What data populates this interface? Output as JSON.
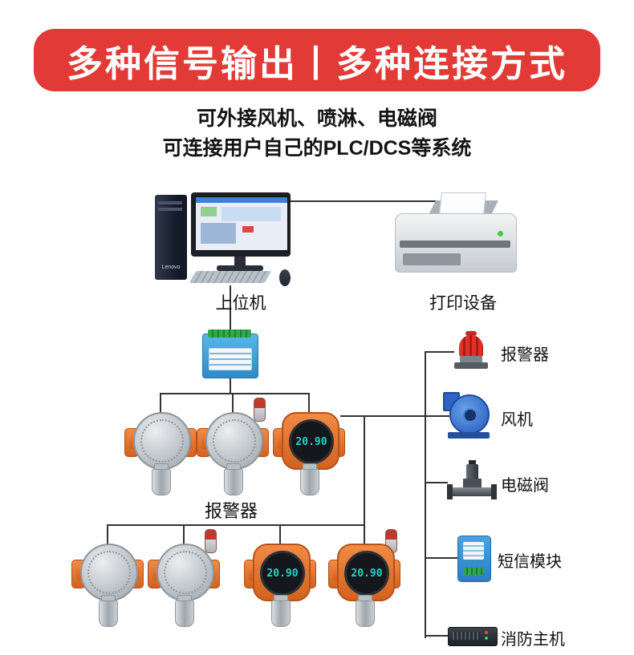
{
  "banner": {
    "title": "多种信号输出丨多种连接方式",
    "bg_color": "#e23a36",
    "text_color": "#ffffff"
  },
  "subtitle": {
    "line1": "可外接风机、喷淋、电磁阀",
    "line2": "可连接用户自己的PLC/DCS等系统"
  },
  "nodes": {
    "computer_label": "上位机",
    "computer_brand": "Lenovo",
    "printer_label": "打印设备",
    "detector_group_label": "报警器"
  },
  "right_panel": {
    "items": [
      {
        "label": "报警器",
        "icon": "alarm-beacon-icon"
      },
      {
        "label": "风机",
        "icon": "fan-blower-icon"
      },
      {
        "label": "电磁阀",
        "icon": "solenoid-valve-icon"
      },
      {
        "label": "短信模块",
        "icon": "sms-module-icon"
      },
      {
        "label": "消防主机",
        "icon": "fire-host-icon"
      }
    ]
  },
  "detector": {
    "display_value": "20.90"
  },
  "colors": {
    "accent_orange": "#e0702c",
    "line": "#333333",
    "screen_teal": "#1fd6c9"
  }
}
